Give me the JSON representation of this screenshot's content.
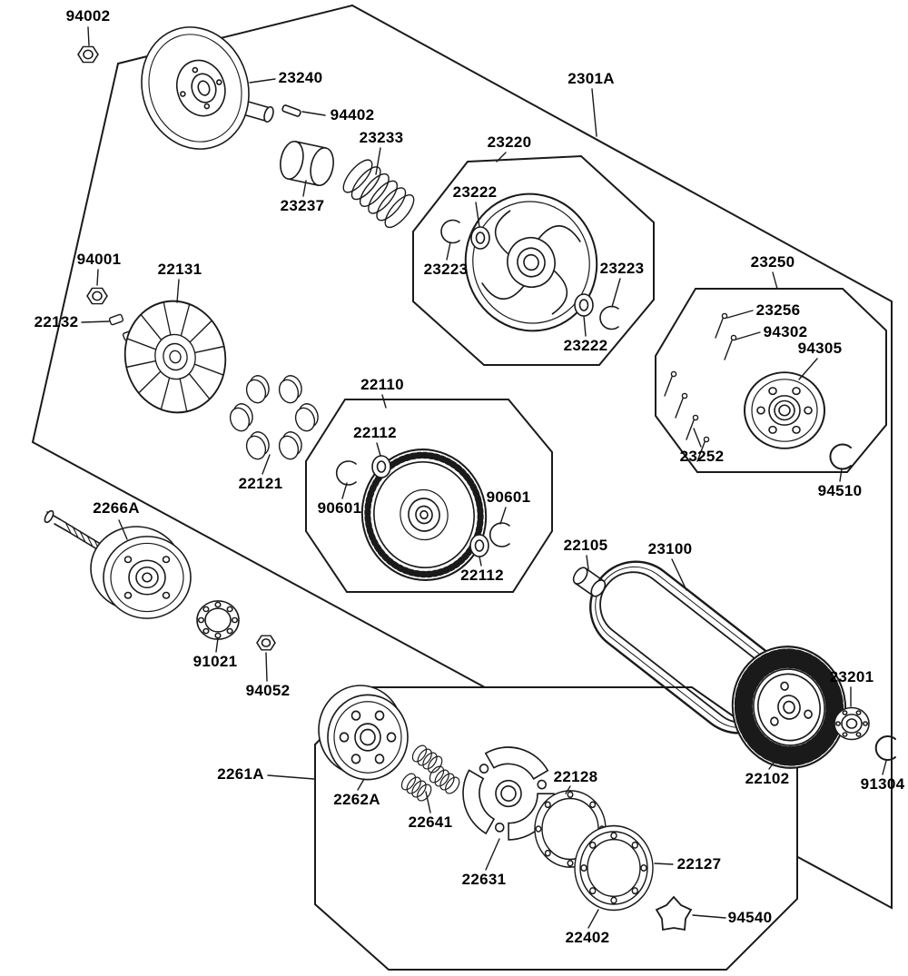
{
  "diagram": {
    "type": "exploded-parts-diagram",
    "subject": "CVT clutch / drive pulley assembly",
    "colors": {
      "line": "#1a1a1a",
      "background": "#ffffff",
      "text": "#000000"
    },
    "labels": {
      "l94002": "94002",
      "l23240": "23240",
      "l2301A": "2301A",
      "l94402": "94402",
      "l23233": "23233",
      "l23220": "23220",
      "l23222a": "23222",
      "l23237": "23237",
      "l94001": "94001",
      "l22131": "22131",
      "l23223a": "23223",
      "l23223b": "23223",
      "l23250": "23250",
      "l23256": "23256",
      "l22132": "22132",
      "l94302": "94302",
      "l23222b": "23222",
      "l94305": "94305",
      "l22110": "22110",
      "l22112a": "22112",
      "l23252": "23252",
      "l22121": "22121",
      "l94510": "94510",
      "l90601b": "90601",
      "l2266A": "2266A",
      "l90601a": "90601",
      "l23100": "23100",
      "l22105": "22105",
      "l22112b": "22112",
      "l91021": "91021",
      "l23201": "23201",
      "l94052": "94052",
      "l2261A": "2261A",
      "l22102": "22102",
      "l22128": "22128",
      "l91304": "91304",
      "l2262A": "2262A",
      "l22641": "22641",
      "l22631": "22631",
      "l22127": "22127",
      "l94540": "94540",
      "l22402": "22402"
    }
  }
}
